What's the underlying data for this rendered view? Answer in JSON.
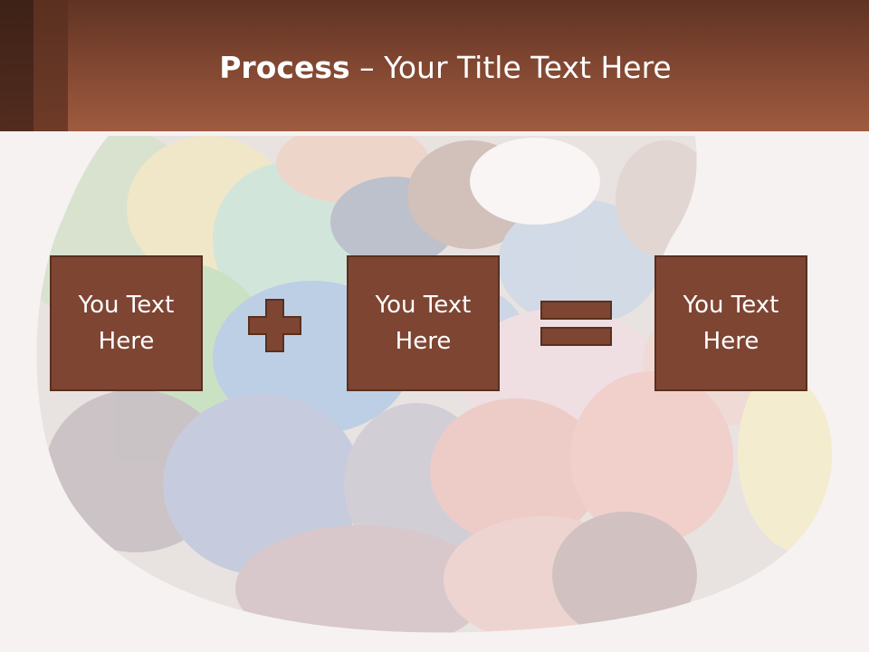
{
  "title": {
    "bold_part": "Process",
    "rest": " – Your Title Text Here"
  },
  "process": {
    "boxes": [
      {
        "text": "You Text\nHere"
      },
      {
        "text": "You Text\nHere"
      },
      {
        "text": "You Text\nHere"
      }
    ],
    "operators": [
      "plus-icon",
      "equals-icon"
    ]
  },
  "colors": {
    "title_band": "#8a4c36",
    "box_fill": "#7e4533",
    "box_border": "#58301f",
    "background": "#f6f2f1"
  }
}
